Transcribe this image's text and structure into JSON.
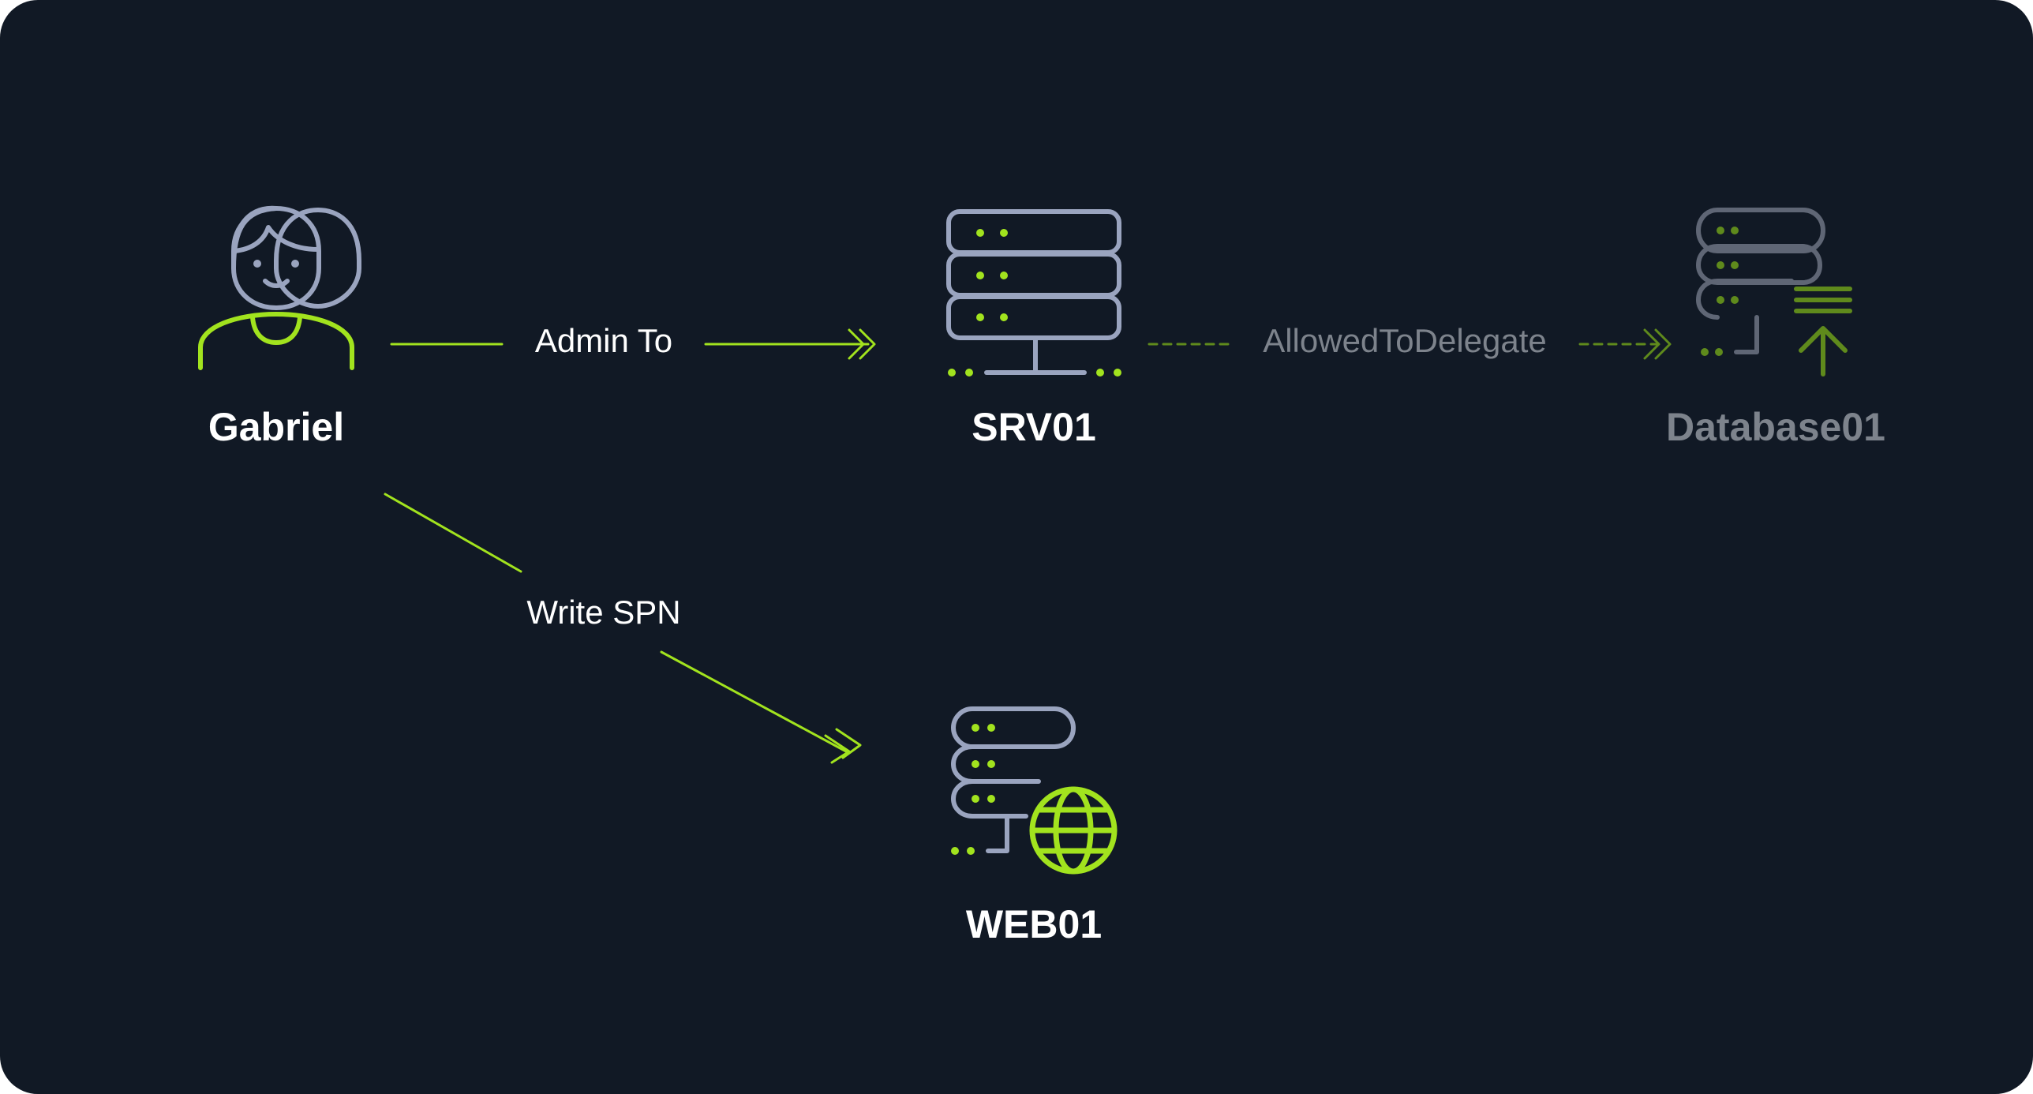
{
  "colors": {
    "background": "#111925",
    "accent": "#a2e31e",
    "accent_dim": "#5f8a1c",
    "icon_stroke": "#9aa4bf",
    "icon_stroke_dim": "#5f6675",
    "text_primary": "#ffffff",
    "text_dim": "#7d838c"
  },
  "nodes": {
    "gabriel": {
      "label": "Gabriel",
      "icon": "user-icon"
    },
    "srv01": {
      "label": "SRV01",
      "icon": "server-icon"
    },
    "database01": {
      "label": "Database01",
      "icon": "database-server-icon"
    },
    "web01": {
      "label": "WEB01",
      "icon": "web-server-icon"
    }
  },
  "edges": {
    "admin_to": {
      "label": "Admin To",
      "from": "Gabriel",
      "to": "SRV01",
      "style": "solid"
    },
    "allowed_to_delegate": {
      "label": "AllowedToDelegate",
      "from": "SRV01",
      "to": "Database01",
      "style": "dashed"
    },
    "write_spn": {
      "label": "Write SPN",
      "from": "Gabriel",
      "to": "WEB01",
      "style": "solid"
    }
  }
}
